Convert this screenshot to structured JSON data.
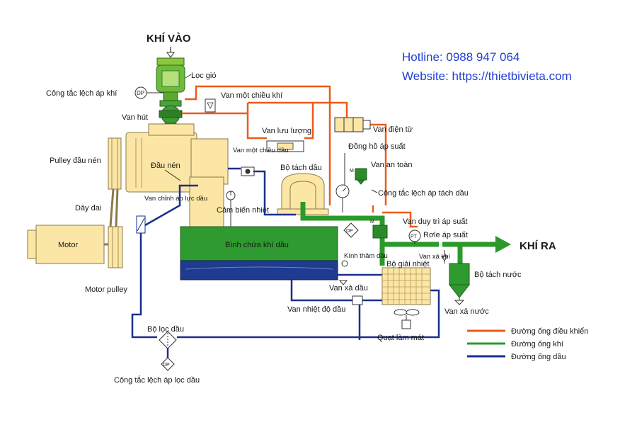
{
  "contact": {
    "hotline": "Hotline: 0988 947 064",
    "website": "Website: https://thietbivieta.com"
  },
  "labels": {
    "air_in": "KHÍ VÀO",
    "air_out": "KHÍ RA",
    "air_filter": "Lọc gió",
    "air_diff_switch": "Công tắc lệch áp khí",
    "air_check_valve": "Van một chiều khí",
    "suction_valve": "Van hút",
    "flow_valve": "Van lưu lượng",
    "solenoid_valve": "Van điện từ",
    "pressure_gauge": "Đồng hồ áp suất",
    "oil_separator": "Bộ tách dầu",
    "safety_valve": "Van an toàn",
    "oil_sep_diff_switch": "Công tắc lệch áp tách dầu",
    "min_pressure_valve": "Van duy trì áp suất",
    "pressure_relay": "Rơle áp suất",
    "air_release_valve": "Van xả khí",
    "water_separator": "Bộ tách nước",
    "water_drain_valve": "Van xả nước",
    "airend_pulley": "Pulley đầu nén",
    "airend": "Đầu nén",
    "oil_check_valve": "Van một chiều dầu",
    "belt": "Dây đai",
    "adjust_valve": "Van chỉnh áp lực dầu",
    "temp_sensor": "Cảm biến nhiệt",
    "oil_tank": "Bình chứa khí dầu",
    "motor": "Motor",
    "motor_pulley": "Motor pulley",
    "oil_sight_glass": "Kính thăm dầu",
    "oil_drain_valve": "Van xả dầu",
    "cooler": "Bộ giải nhiệt",
    "thermo_valve": "Van nhiệt độ dầu",
    "cooling_fan": "Quạt làm mát",
    "oil_filter": "Bộ lọc dầu",
    "oil_filter_diff_switch": "Công tắc lệch áp lọc dầu",
    "dp": "DP",
    "pt": "PT",
    "m": "M"
  },
  "legend": [
    {
      "label": "Đường ống điều khiển",
      "color": "#ec5a1a"
    },
    {
      "label": "Đường ống khí",
      "color": "#2b9a2b"
    },
    {
      "label": "Đường ống dầu",
      "color": "#1a2f8c"
    }
  ],
  "colors": {
    "control_line": "#ec5a1a",
    "air_line": "#2b9a2b",
    "oil_line": "#1a2f8c",
    "machine_body": "#fce6a5",
    "tank": "#2f9a2f",
    "oil": "#1f3b8f",
    "contact_text": "#1f3fd6"
  }
}
